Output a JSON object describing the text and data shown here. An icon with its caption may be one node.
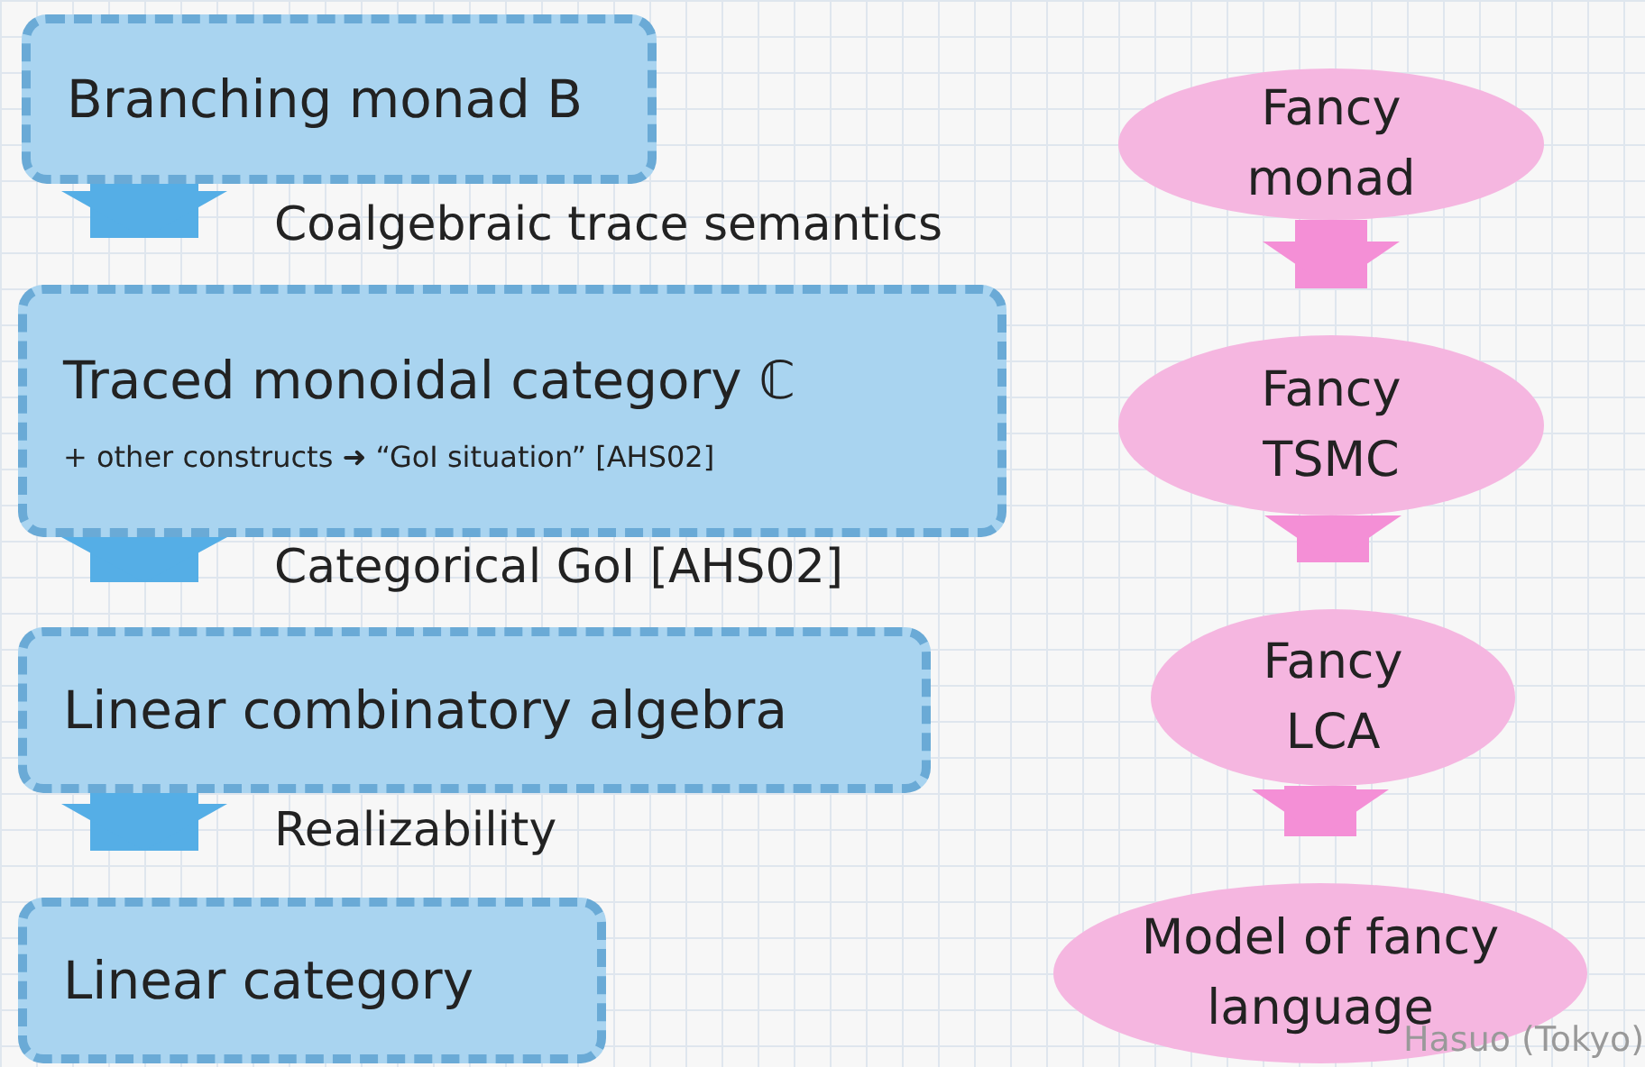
{
  "diagram": {
    "nodes": [
      {
        "text": [
          "Branching monad B"
        ]
      },
      {
        "text": [
          "Traced monoidal category ℂ",
          "+ other constructs ➜ “GoI situation” [AHS02]"
        ]
      },
      {
        "text": [
          "Linear combinatory algebra"
        ]
      },
      {
        "text": [
          "Linear category"
        ]
      },
      {
        "text": [
          "Fancy monad"
        ]
      },
      {
        "text": [
          "Fancy TSMC"
        ]
      },
      {
        "text": [
          "Fancy LCA"
        ]
      },
      {
        "text": [
          "Model of fancy language"
        ]
      }
    ],
    "edges": [
      {
        "from": 0,
        "to": 1,
        "arrow": "to",
        "label": "Coalgebraic trace semantics",
        "color": "#55aee6"
      },
      {
        "from": 1,
        "to": 2,
        "arrow": "to",
        "label": "Categorical GoI [AHS02]",
        "color": "#55aee6"
      },
      {
        "from": 2,
        "to": 3,
        "arrow": "to",
        "label": "Realizability",
        "color": "#55aee6"
      },
      {
        "from": 4,
        "to": 5,
        "arrow": "to",
        "color": "#f48fd6"
      },
      {
        "from": 5,
        "to": 6,
        "arrow": "to",
        "color": "#f48fd6"
      },
      {
        "from": 6,
        "to": 7,
        "arrow": "to",
        "color": "#f48fd6"
      }
    ],
    "labels": [
      "Hasuo (Tokyo)"
    ]
  }
}
